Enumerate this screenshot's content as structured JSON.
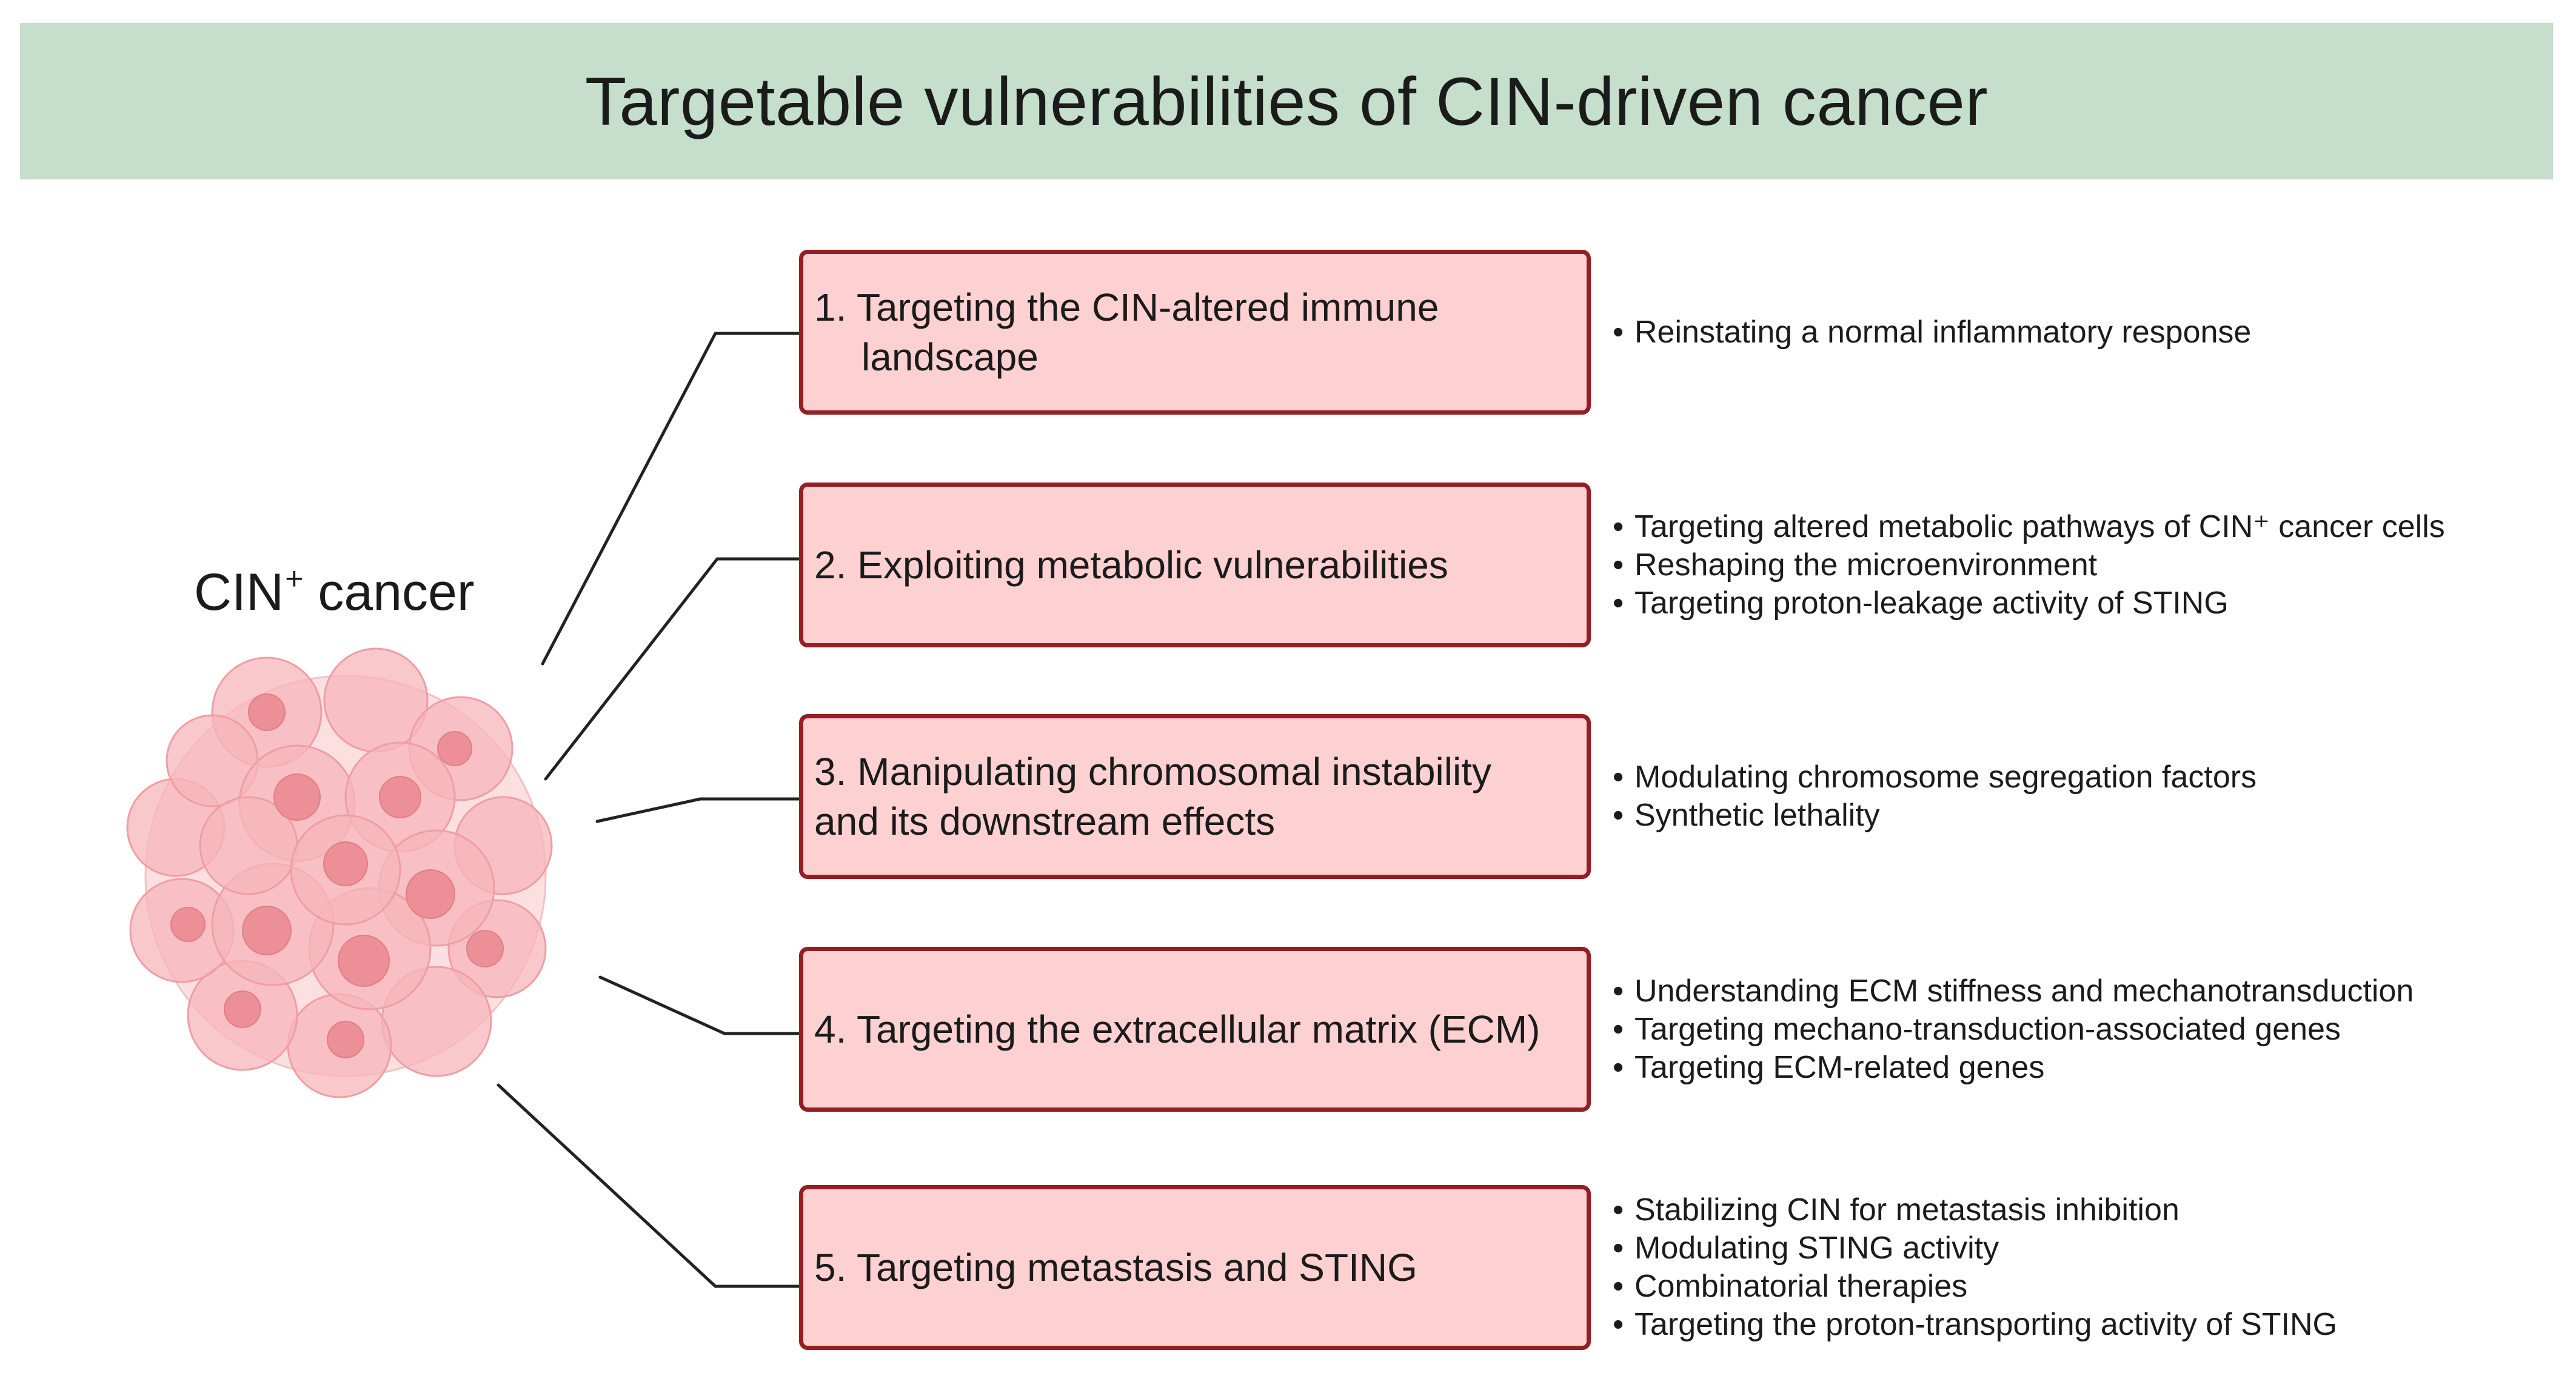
{
  "title": "Targetable vulnerabilities of CIN-driven cancer",
  "cancer_label": {
    "text": "CIN",
    "superscript": "+",
    "suffix": " cancer"
  },
  "colors": {
    "banner": "#c5dfcc",
    "box_fill": "#fdd0d2",
    "box_border": "#951e25",
    "cell_fill": "#f7b5b9",
    "nucleus_fill": "#ec8f96",
    "connector": "#222222"
  },
  "strategies": [
    {
      "label": "1. Targeting the CIN-altered immune landscape",
      "points": [
        "Reinstating a normal inflammatory response"
      ]
    },
    {
      "label": "2. Exploiting metabolic vulnerabilities",
      "points": [
        "Targeting altered metabolic pathways of CIN⁺ cancer cells",
        "Reshaping the microenvironment",
        "Targeting proton-leakage activity of STING"
      ]
    },
    {
      "label": "3. Manipulating chromosomal instability and its downstream effects",
      "points": [
        "Modulating chromosome segregation factors",
        "Synthetic lethality"
      ]
    },
    {
      "label": "4. Targeting the extracellular matrix (ECM)",
      "points": [
        "Understanding ECM stiffness and mechanotransduction",
        "Targeting mechano-transduction-associated genes",
        "Targeting ECM-related genes"
      ]
    },
    {
      "label": "5. Targeting metastasis and STING",
      "points": [
        "Stabilizing CIN for metastasis inhibition",
        "Modulating STING activity",
        "Combinatorial therapies",
        "Targeting the proton-transporting activity of STING"
      ]
    }
  ]
}
